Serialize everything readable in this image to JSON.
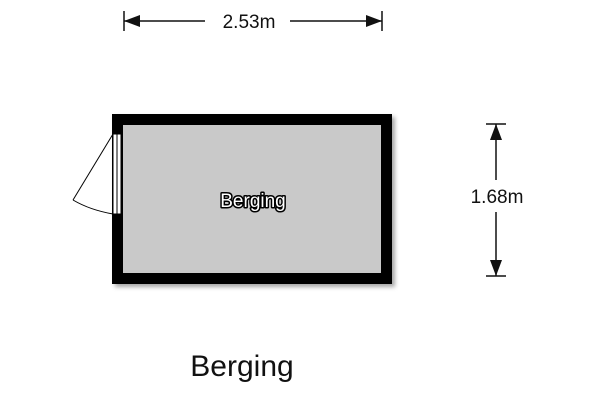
{
  "plan": {
    "width_label": "2.53m",
    "height_label": "1.68m",
    "room_label": "Berging",
    "title": "Berging"
  },
  "colors": {
    "wall": "#000000",
    "floor": "#c9c9c9",
    "door_frame": "#ffffff",
    "text": "#111111"
  },
  "icons": {
    "door": "door-swing-icon",
    "width_arrow": "double-arrow-horizontal-icon",
    "height_arrow": "double-arrow-vertical-icon"
  }
}
